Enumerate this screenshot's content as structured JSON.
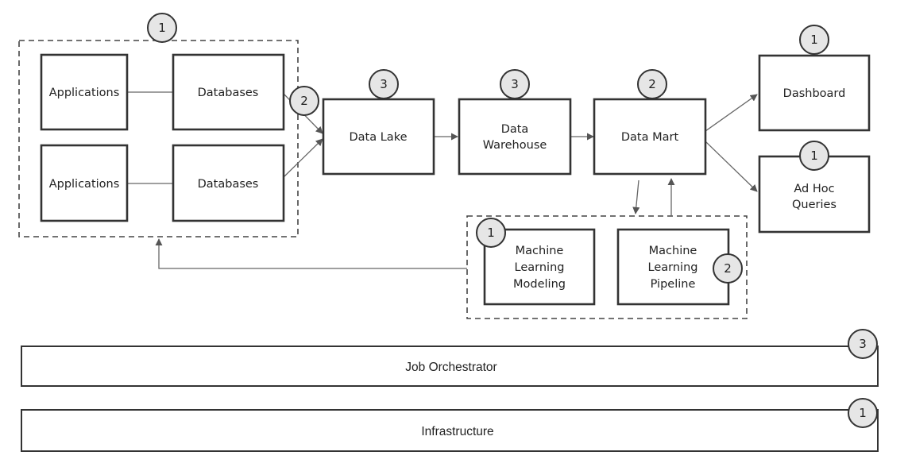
{
  "boxes": {
    "app1": "Applications",
    "db1": "Databases",
    "app2": "Applications",
    "db2": "Databases",
    "datalake": "Data Lake",
    "warehouse": [
      "Data",
      "Warehouse"
    ],
    "datamart": "Data Mart",
    "dashboard": "Dashboard",
    "adhoc": [
      "Ad Hoc",
      "Queries"
    ],
    "ml_modeling": [
      "Machine",
      "Learning",
      "Modeling"
    ],
    "ml_pipeline": [
      "Machine",
      "Learning",
      "Pipeline"
    ],
    "orchestrator": "Job Orchestrator",
    "infrastructure": "Infrastructure"
  },
  "badges": {
    "sources_group": "1",
    "databases_out": "2",
    "datalake": "3",
    "warehouse": "3",
    "datamart": "2",
    "dashboard": "1",
    "adhoc": "1",
    "ml_modeling": "1",
    "ml_pipeline": "2",
    "orchestrator": "3",
    "infrastructure": "1"
  },
  "colors": {
    "stroke": "#333333",
    "badge_fill": "#e6e6e6",
    "text": "#222222"
  }
}
